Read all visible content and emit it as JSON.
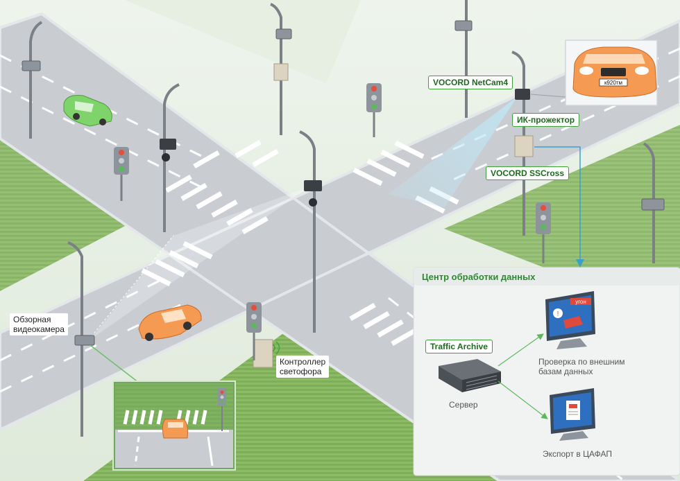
{
  "labels": {
    "netcam": "VOCORD NetCam4",
    "ir": "ИК-прожектор",
    "sscross": "VOCORD SSCross",
    "overview_camera_l1": "Обзорная",
    "overview_camera_l2": "видеокамера",
    "controller_l1": "Контроллер",
    "controller_l2": "светофора",
    "plate": "к920тм"
  },
  "datacenter": {
    "title": "Центр обработки данных",
    "archive": "Traffic Archive",
    "server": "Сервер",
    "check_l1": "Проверка по внешним",
    "check_l2": "базам данных",
    "export": "Экспорт в ЦАФАП",
    "alert": "угон"
  },
  "colors": {
    "accent_green": "#3aa535",
    "grass": "#7aa856",
    "road": "#c9cdd2",
    "car_green": "#7ed36a",
    "car_orange": "#f59a52",
    "link_blue": "#3aa0c8"
  }
}
